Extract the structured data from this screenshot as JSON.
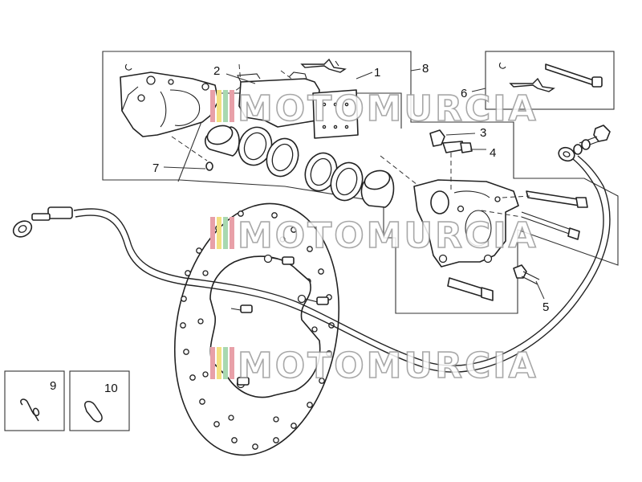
{
  "watermark": {
    "text": "MOTOMURCIA"
  },
  "callouts": {
    "c1": "1",
    "c2": "2",
    "c3": "3",
    "c4": "4",
    "c5": "5",
    "c6": "6",
    "c7": "7",
    "c8": "8",
    "c9": "9",
    "c10": "10"
  }
}
